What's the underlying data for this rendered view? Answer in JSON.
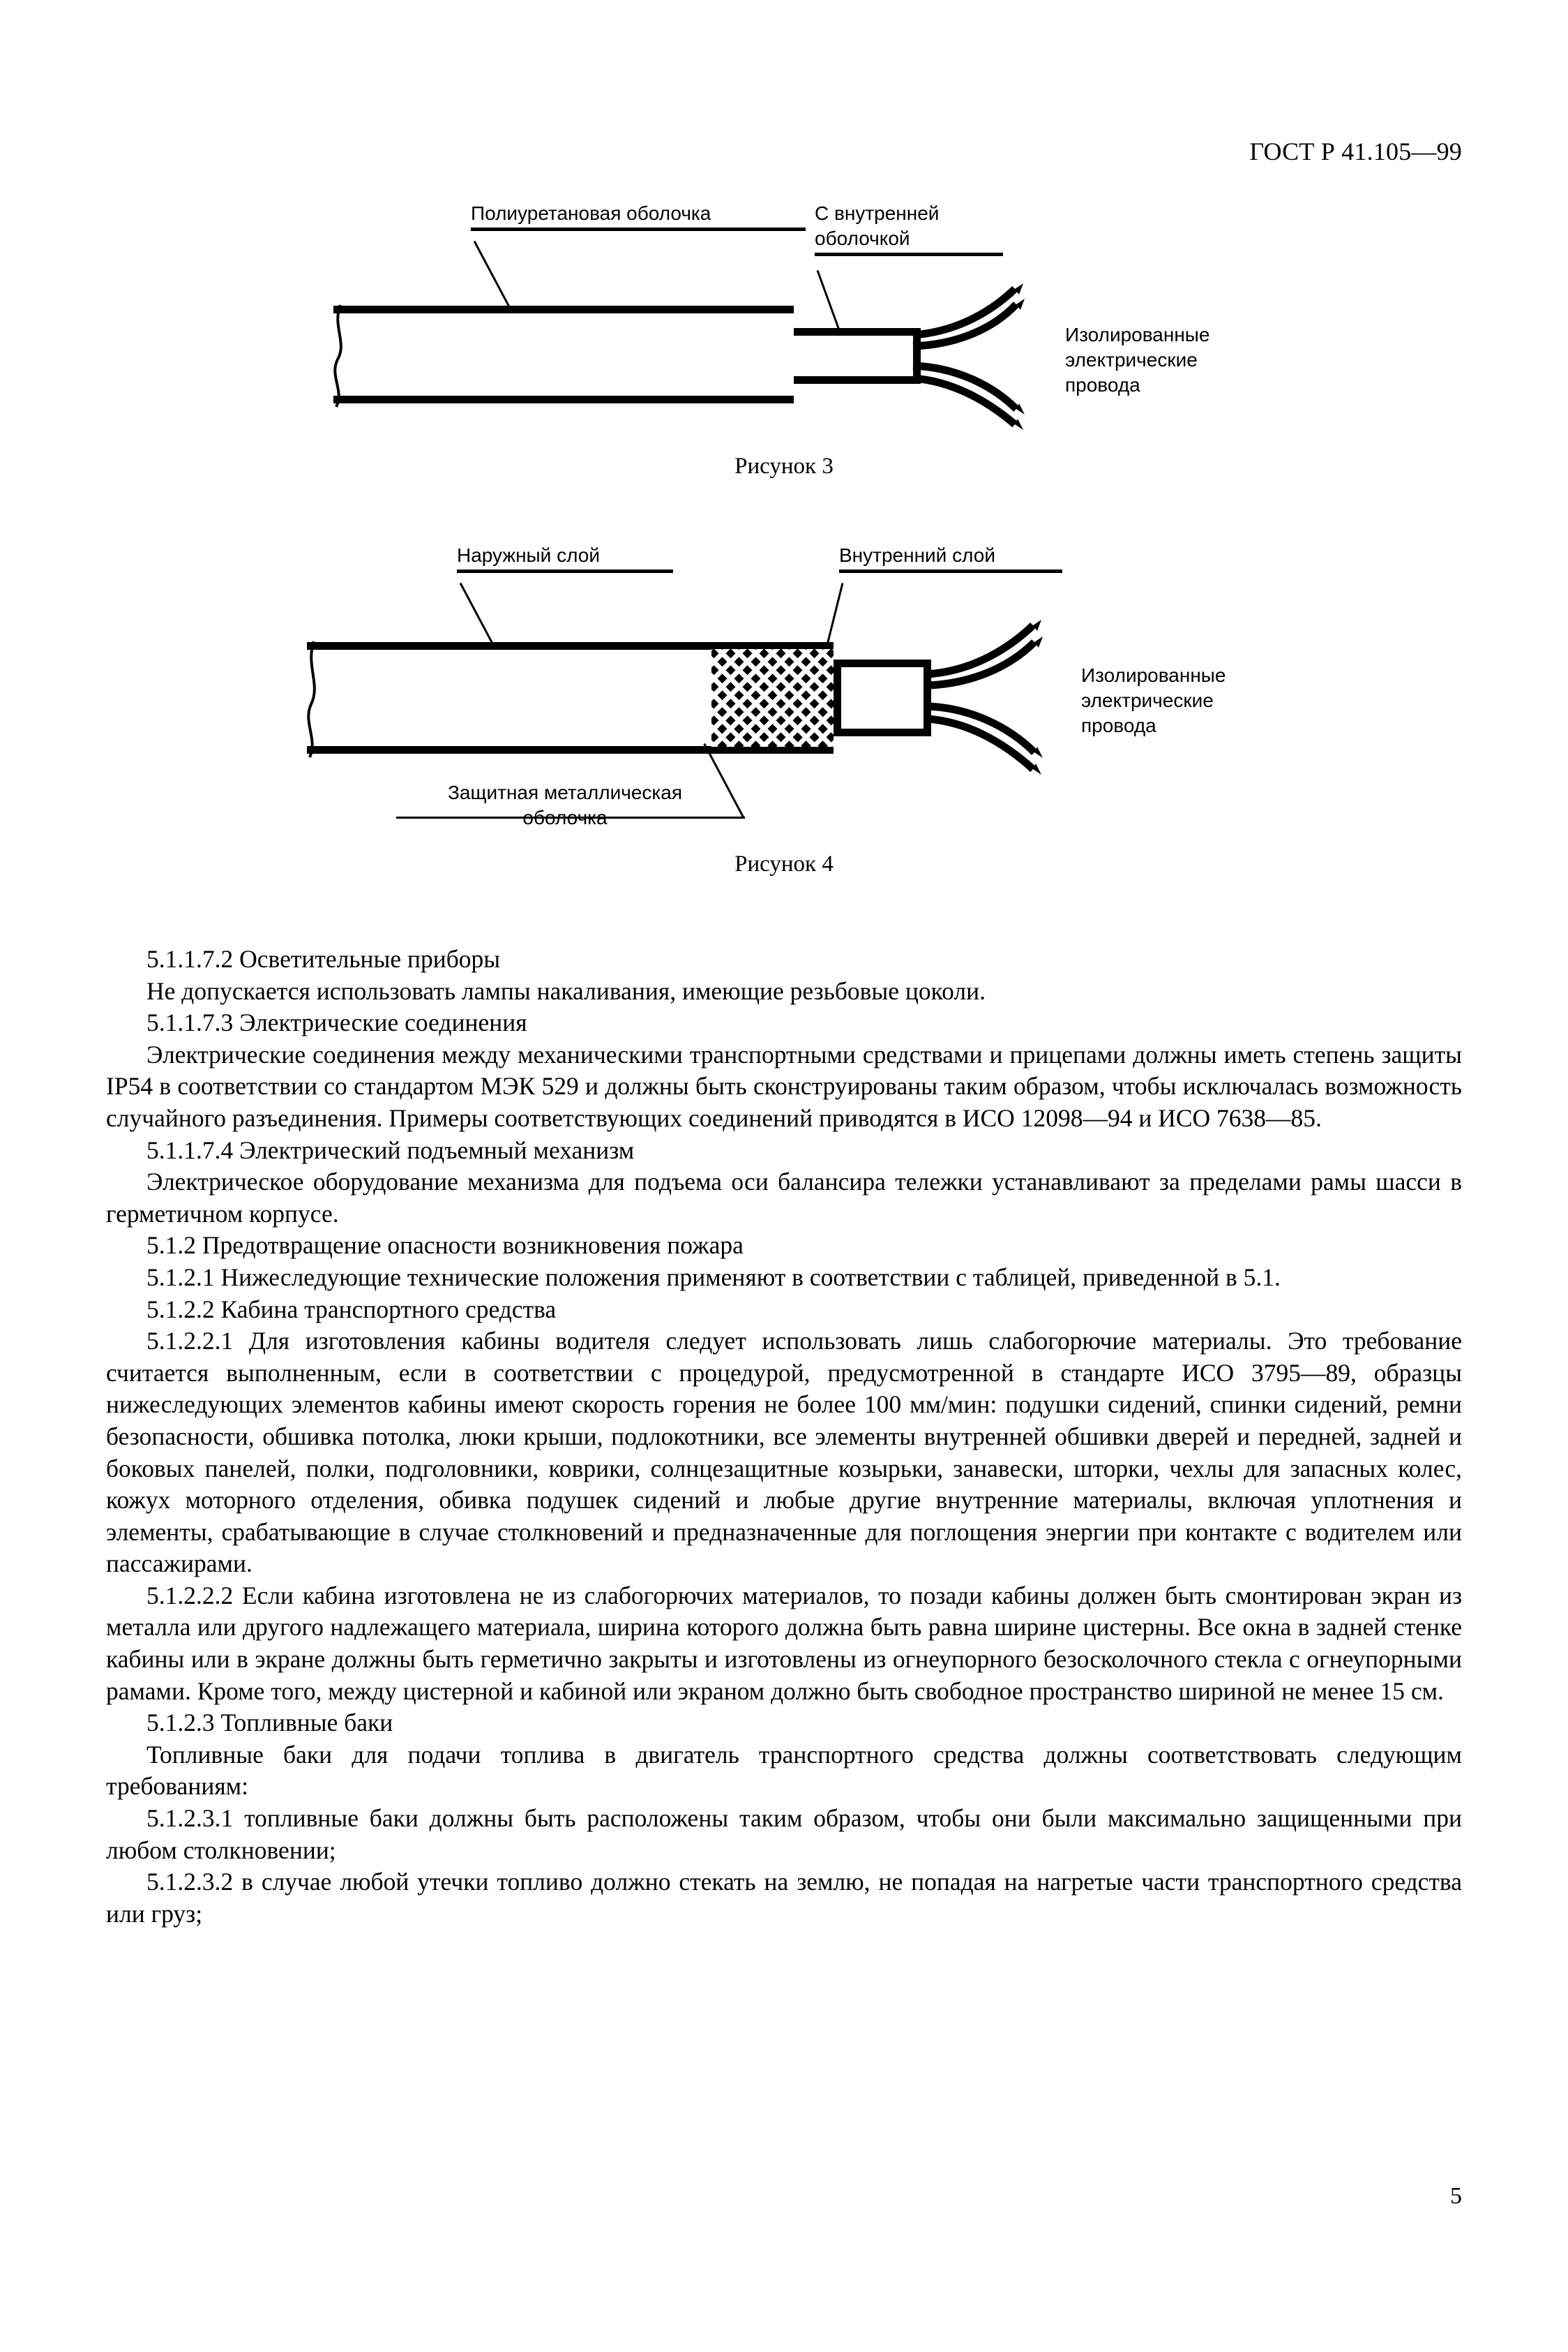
{
  "header": {
    "standard_number": "ГОСТ Р 41.105—99"
  },
  "figure3": {
    "caption": "Рисунок 3",
    "labels": {
      "outer": "Полиуретановая оболочка",
      "inner": "С внутренней\nоболочкой",
      "wires": "Изолированные\nэлектрические\nпровода"
    }
  },
  "figure4": {
    "caption": "Рисунок 4",
    "labels": {
      "outer_layer": "Наружный слой",
      "inner_layer": "Внутренний слой",
      "wires": "Изолированные\nэлектрические\nпровода",
      "metal_sheath": "Защитная металлическая\nоболочка"
    }
  },
  "body": {
    "paragraphs": [
      "5.1.1.7.2  Осветительные приборы",
      "Не допускается использовать лампы накаливания, имеющие резьбовые цоколи.",
      "5.1.1.7.3  Электрические соединения",
      "Электрические соединения между механическими транспортными средствами и прицепами должны иметь степень защиты IP54 в соответствии со стандартом МЭК 529 и должны быть сконструированы таким образом, чтобы исключалась возможность случайного разъединения. Примеры соответствующих соединений приводятся в ИСО 12098—94 и ИСО 7638—85.",
      "5.1.1.7.4  Электрический подъемный механизм",
      "Электрическое оборудование механизма для подъема оси балансира тележки устанавливают за пределами рамы шасси в герметичном корпусе.",
      "5.1.2  Предотвращение опасности возникновения пожара",
      "5.1.2.1  Нижеследующие технические положения применяют в соответствии с таблицей, приведенной в 5.1.",
      "5.1.2.2  Кабина транспортного средства",
      "5.1.2.2.1  Для изготовления кабины водителя следует использовать лишь слабогорючие материалы. Это требование считается выполненным, если в соответствии с процедурой, предусмотренной в стандарте ИСО 3795—89, образцы нижеследующих элементов кабины имеют скорость горения не более 100 мм/мин: подушки сидений, спинки сидений, ремни безопасности, обшивка потолка, люки крыши, подлокотники, все элементы внутренней обшивки дверей и передней, задней и боковых панелей, полки, подголовники, коврики, солнцезащитные козырьки, занавески, шторки, чехлы для запасных колес, кожух моторного отделения, обивка подушек сидений и любые другие внутренние материалы, включая уплотнения и элементы, срабатывающие в случае столкновений и предназначенные для поглощения энергии при контакте с водителем или пассажирами.",
      "5.1.2.2.2  Если кабина изготовлена не из слабогорючих материалов, то позади кабины должен быть смонтирован экран из металла или другого надлежащего материала, ширина которого должна быть равна ширине цистерны. Все окна в задней стенке кабины или в экране должны быть герметично закрыты и изготовлены из огнеупорного безосколочного стекла с огнеупорными рамами. Кроме того, между цистерной и кабиной или экраном должно быть свободное пространство шириной не менее 15 см.",
      "5.1.2.3  Топливные баки",
      "Топливные баки для подачи топлива в двигатель транспортного средства должны соответствовать следующим требованиям:",
      "5.1.2.3.1  топливные баки должны быть расположены таким образом, чтобы они были максимально защищенными при любом столкновении;",
      "5.1.2.3.2  в случае любой утечки топливо должно стекать на землю, не попадая на нагретые части транспортного средства или груз;"
    ]
  },
  "footer": {
    "page_number": "5"
  }
}
